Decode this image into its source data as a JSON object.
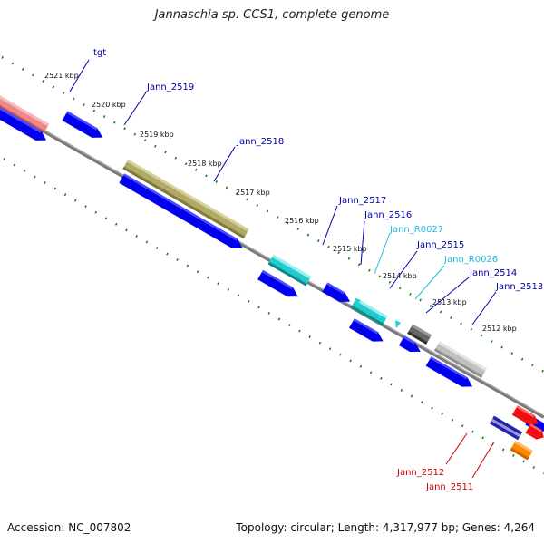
{
  "title": "Jannaschia sp. CCS1, complete genome",
  "footer": {
    "accession": "Accession: NC_007802",
    "topology": "Topology: circular; Length: 4,317,977 bp; Genes: 4,264"
  },
  "kbp_ticks": [
    "2521 kbp",
    "2520 kbp",
    "2519 kbp",
    "2518 kbp",
    "2517 kbp",
    "2516 kbp",
    "2515 kbp",
    "2514 kbp",
    "2513 kbp",
    "2512 kbp"
  ],
  "gene_labels": {
    "tgt": "tgt",
    "jann_2519": "Jann_2519",
    "jann_2518": "Jann_2518",
    "jann_2517": "Jann_2517",
    "jann_2516": "Jann_2516",
    "jann_r0027": "Jann_R0027",
    "jann_2515": "Jann_2515",
    "jann_r0026": "Jann_R0026",
    "jann_2514": "Jann_2514",
    "jann_2513": "Jann_2513",
    "jann_2512": "Jann_2512",
    "jann_2511": "Jann_2511"
  },
  "colors": {
    "backbone": "#7a7a7a",
    "cds_arrow": "#0000ee",
    "tick": "#117711",
    "tgt": "#ee8888",
    "jann_2518": "#b0aa66",
    "jann_2517": "#22cccc",
    "jann_2516": "#22cccc",
    "jann_2514": "#666666",
    "jann_2513": "#c0c0c0",
    "jann_2512": "#ee1111",
    "jann_2511": "#ff8800",
    "label_blue": "#0000aa",
    "label_cyan": "#22bbdd",
    "label_red": "#cc0000"
  }
}
